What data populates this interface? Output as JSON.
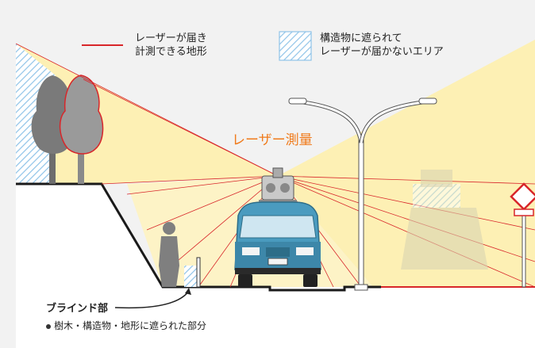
{
  "legend": {
    "laser_line_label_1": "レーザーが届き",
    "laser_line_label_2": "計測できる地形",
    "shadow_label_1": "構造物に遮られて",
    "shadow_label_2": "レーザーが届かないエリア",
    "laser_line_color": "#d8262a",
    "shadow_color": "#8fc3e8"
  },
  "diagram": {
    "title": "レーザー測量",
    "blind_label": "ブラインド部",
    "blind_note": "樹木・構造物・地形に遮られた部分",
    "beam_color": "#fdf0b4",
    "laser_color": "#d8262a",
    "accent_color": "#f07a1a"
  }
}
